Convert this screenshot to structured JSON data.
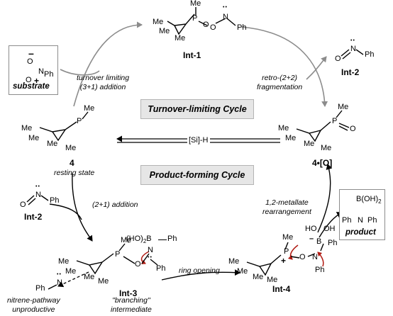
{
  "cycles": {
    "turnover_limiting": "Turnover-limiting Cycle",
    "product_forming": "Product-forming Cycle"
  },
  "species": {
    "int1": "Int-1",
    "int2_top": "Int-2",
    "int2_left": "Int-2",
    "int3": "Int-3",
    "int4": "Int-4",
    "cat4": "4",
    "cat4_oxide": "4•[O]"
  },
  "boxes": {
    "substrate": "substrate",
    "product": "product",
    "product_formula": "B(OH)",
    "product_formula_sub": "2"
  },
  "steps": {
    "turnover_limiting_1": "turnover limiting",
    "turnover_limiting_2": "(3+1) addition",
    "retro_1": "retro-(2+2)",
    "retro_2": "fragmentation",
    "silane": "[Si]-H",
    "addition21": "(2+1) addition",
    "metallate_1": "1,2-metallate",
    "metallate_2": "rearrangement",
    "ring_opening": "ring opening"
  },
  "notes": {
    "resting_state": "resting state",
    "nitrene_1": "nitrene-pathway",
    "nitrene_2": "unproductive",
    "branching_1": "\"branching\"",
    "branching_2": "intermediate"
  },
  "atoms": {
    "me": "Me",
    "p": "P",
    "o": "O",
    "n": "N",
    "b": "B",
    "ph": "Ph",
    "ho": "HO",
    "oh": "OH",
    "ho2b": "(HO)",
    "ho2b_sub": "2",
    "ho2b_rest": "B",
    "ph_bond": "Ph",
    "lone_pair": "••",
    "minus": "–",
    "plus": "+"
  },
  "colors": {
    "arrow_gray": "#8c8c8c",
    "arrow_black": "#000000",
    "curly_red": "#b01a12",
    "title_fill": "#e6e6e6"
  }
}
